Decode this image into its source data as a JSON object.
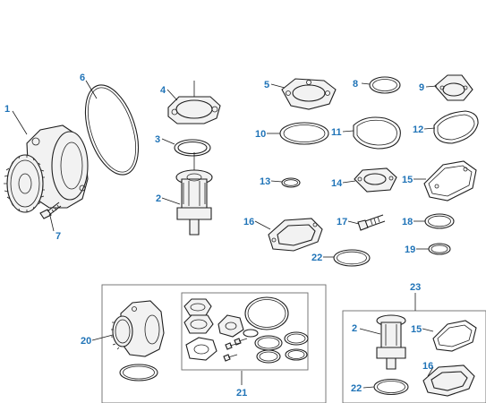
{
  "diagram": {
    "callouts": [
      "1",
      "2",
      "3",
      "4",
      "5",
      "6",
      "7",
      "8",
      "9",
      "10",
      "11",
      "12",
      "13",
      "14",
      "15",
      "16",
      "17",
      "18",
      "19",
      "20",
      "21",
      "22",
      "23"
    ],
    "kit_callouts": {
      "kit_20_pump": "20",
      "kit_21_gasket_set": "21",
      "kit_23_thermostat": "23",
      "kit23_item_2": "2",
      "kit23_item_15": "15",
      "kit23_item_16": "16",
      "kit23_item_22": "22"
    },
    "colors": {
      "callout": "#1f73b7",
      "line": "#1f1f1f",
      "box": "#6b6b6b",
      "metal_light": "#f2f2f2",
      "metal_dark": "#9c9c9c"
    }
  }
}
